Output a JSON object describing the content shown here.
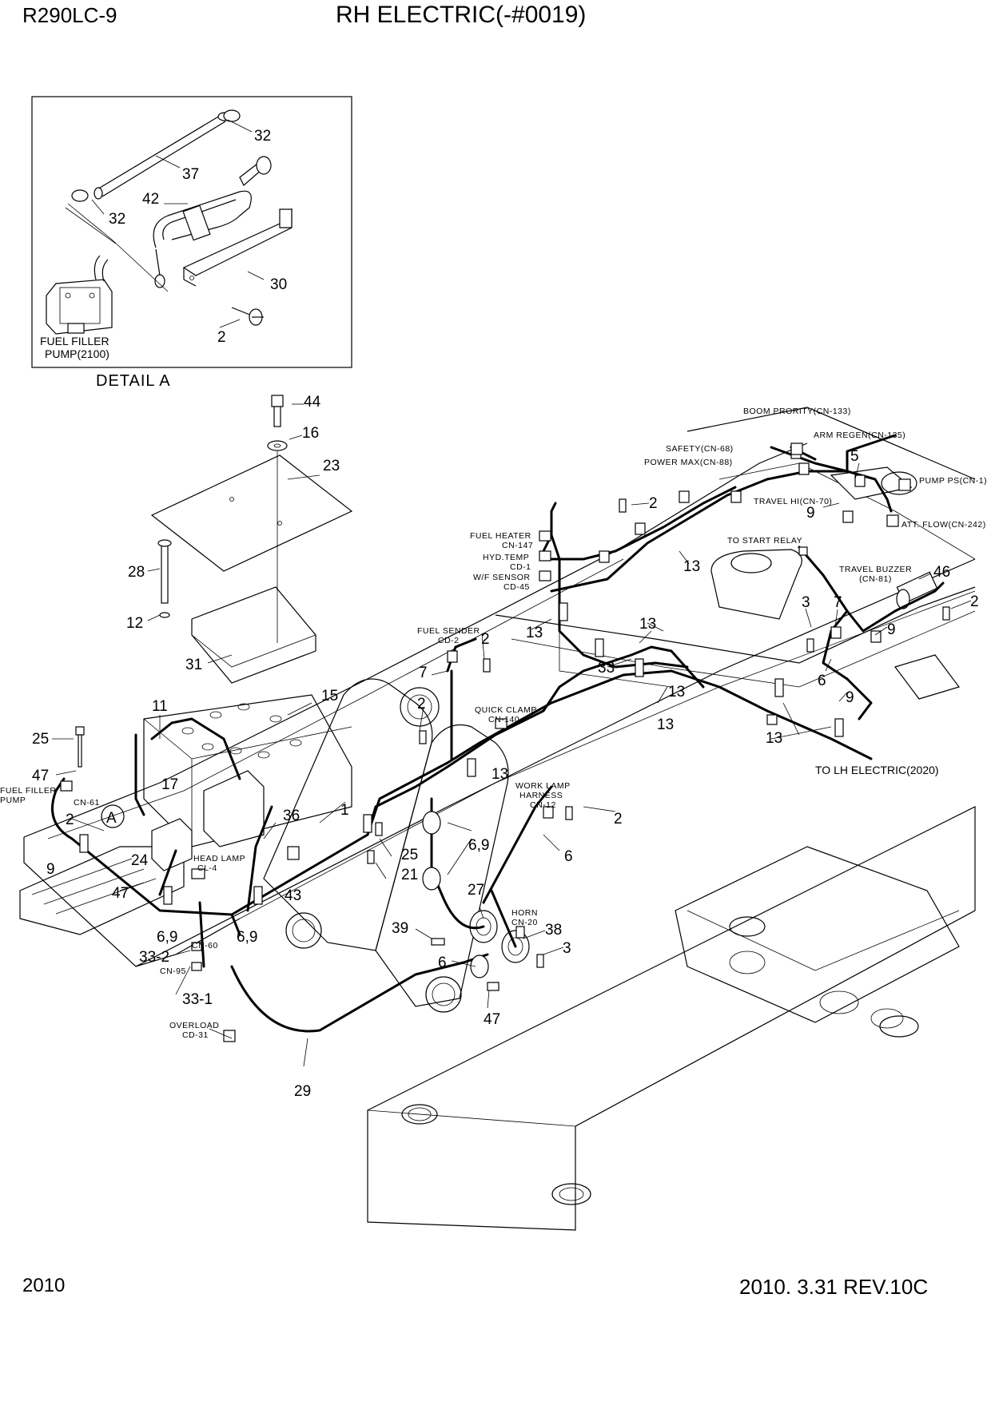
{
  "header": {
    "model": "R290LC-9",
    "title": "RH ELECTRIC(-#0019)"
  },
  "footer": {
    "page": "2010",
    "revision": "2010. 3.31  REV.10C"
  },
  "detail": {
    "caption": "DETAIL  A",
    "pump_label_1": "FUEL FILLER",
    "pump_label_2": "PUMP(2100)",
    "callouts": [
      "32",
      "37",
      "42",
      "32",
      "30",
      "2"
    ]
  },
  "marker": "A",
  "labels": {
    "boom_priority": "BOOM PRORITY(CN-133)",
    "arm_regen": "ARM REGEN(CN-135)",
    "safety": "SAFETY(CN-68)",
    "power_max": "POWER MAX(CN-88)",
    "pump_ps": "PUMP PS(CN-1)",
    "travel_hi": "TRAVEL HI(CN-70)",
    "att_flow": "ATT. FLOW(CN-242)",
    "to_start_relay": "TO START RELAY",
    "travel_buzzer_1": "TRAVEL BUZZER",
    "travel_buzzer_2": "(CN-81)",
    "fuel_heater_1": "FUEL HEATER",
    "fuel_heater_2": "CN-147",
    "hyd_temp_1": "HYD.TEMP",
    "hyd_temp_2": "CD-1",
    "wif_sensor_1": "W/F SENSOR",
    "wif_sensor_2": "CD-45",
    "fuel_sender_1": "FUEL SENDER",
    "fuel_sender_2": "CD-2",
    "quick_clamp_1": "QUICK CLAMP",
    "quick_clamp_2": "CN-140",
    "to_lh_electric": "TO LH ELECTRIC(2020)",
    "work_lamp_1": "WORK LAMP",
    "work_lamp_2": "HARNESS",
    "work_lamp_3": "CN-12",
    "fuel_filler_pump_1": "FUEL FILLER",
    "fuel_filler_pump_2": "PUMP",
    "cn61": "CN-61",
    "head_lamp_1": "HEAD LAMP",
    "head_lamp_2": "CL-4",
    "horn_1": "HORN",
    "horn_2": "CN-20",
    "cn60": "CN-60",
    "cn95": "CN-95",
    "overload_1": "OVERLOAD",
    "overload_2": "CD-31"
  },
  "callouts": {
    "c44": "44",
    "c16": "16",
    "c23": "23",
    "c28": "28",
    "c12": "12",
    "c31": "31",
    "c11": "11",
    "c15": "15",
    "c25a": "25",
    "c47a": "47",
    "c17": "17",
    "c2a": "2",
    "c9a": "9",
    "c24": "24",
    "c36": "36",
    "c1": "1",
    "c47b": "47",
    "c69a": "6,9",
    "c332": "33-2",
    "c331": "33-1",
    "c69b": "6,9",
    "c43": "43",
    "c25b": "25",
    "c21": "21",
    "c2b": "2",
    "c7a": "7",
    "c2c": "2",
    "c13a": "13",
    "c13b": "13",
    "c13c": "13",
    "c33": "33",
    "c13d": "13",
    "c13e": "13",
    "c2d": "2",
    "c13f": "13",
    "c5": "5",
    "c9b": "9",
    "c46": "46",
    "c2e": "2",
    "c3a": "3",
    "c7b": "7",
    "c9c": "9",
    "c6a": "6",
    "c9d": "9",
    "c13g": "13",
    "c69c": "6,9",
    "c2f": "2",
    "c6b": "6",
    "c27": "27",
    "c39": "39",
    "c38": "38",
    "c3b": "3",
    "c6c": "6",
    "c47c": "47",
    "c29": "29"
  }
}
